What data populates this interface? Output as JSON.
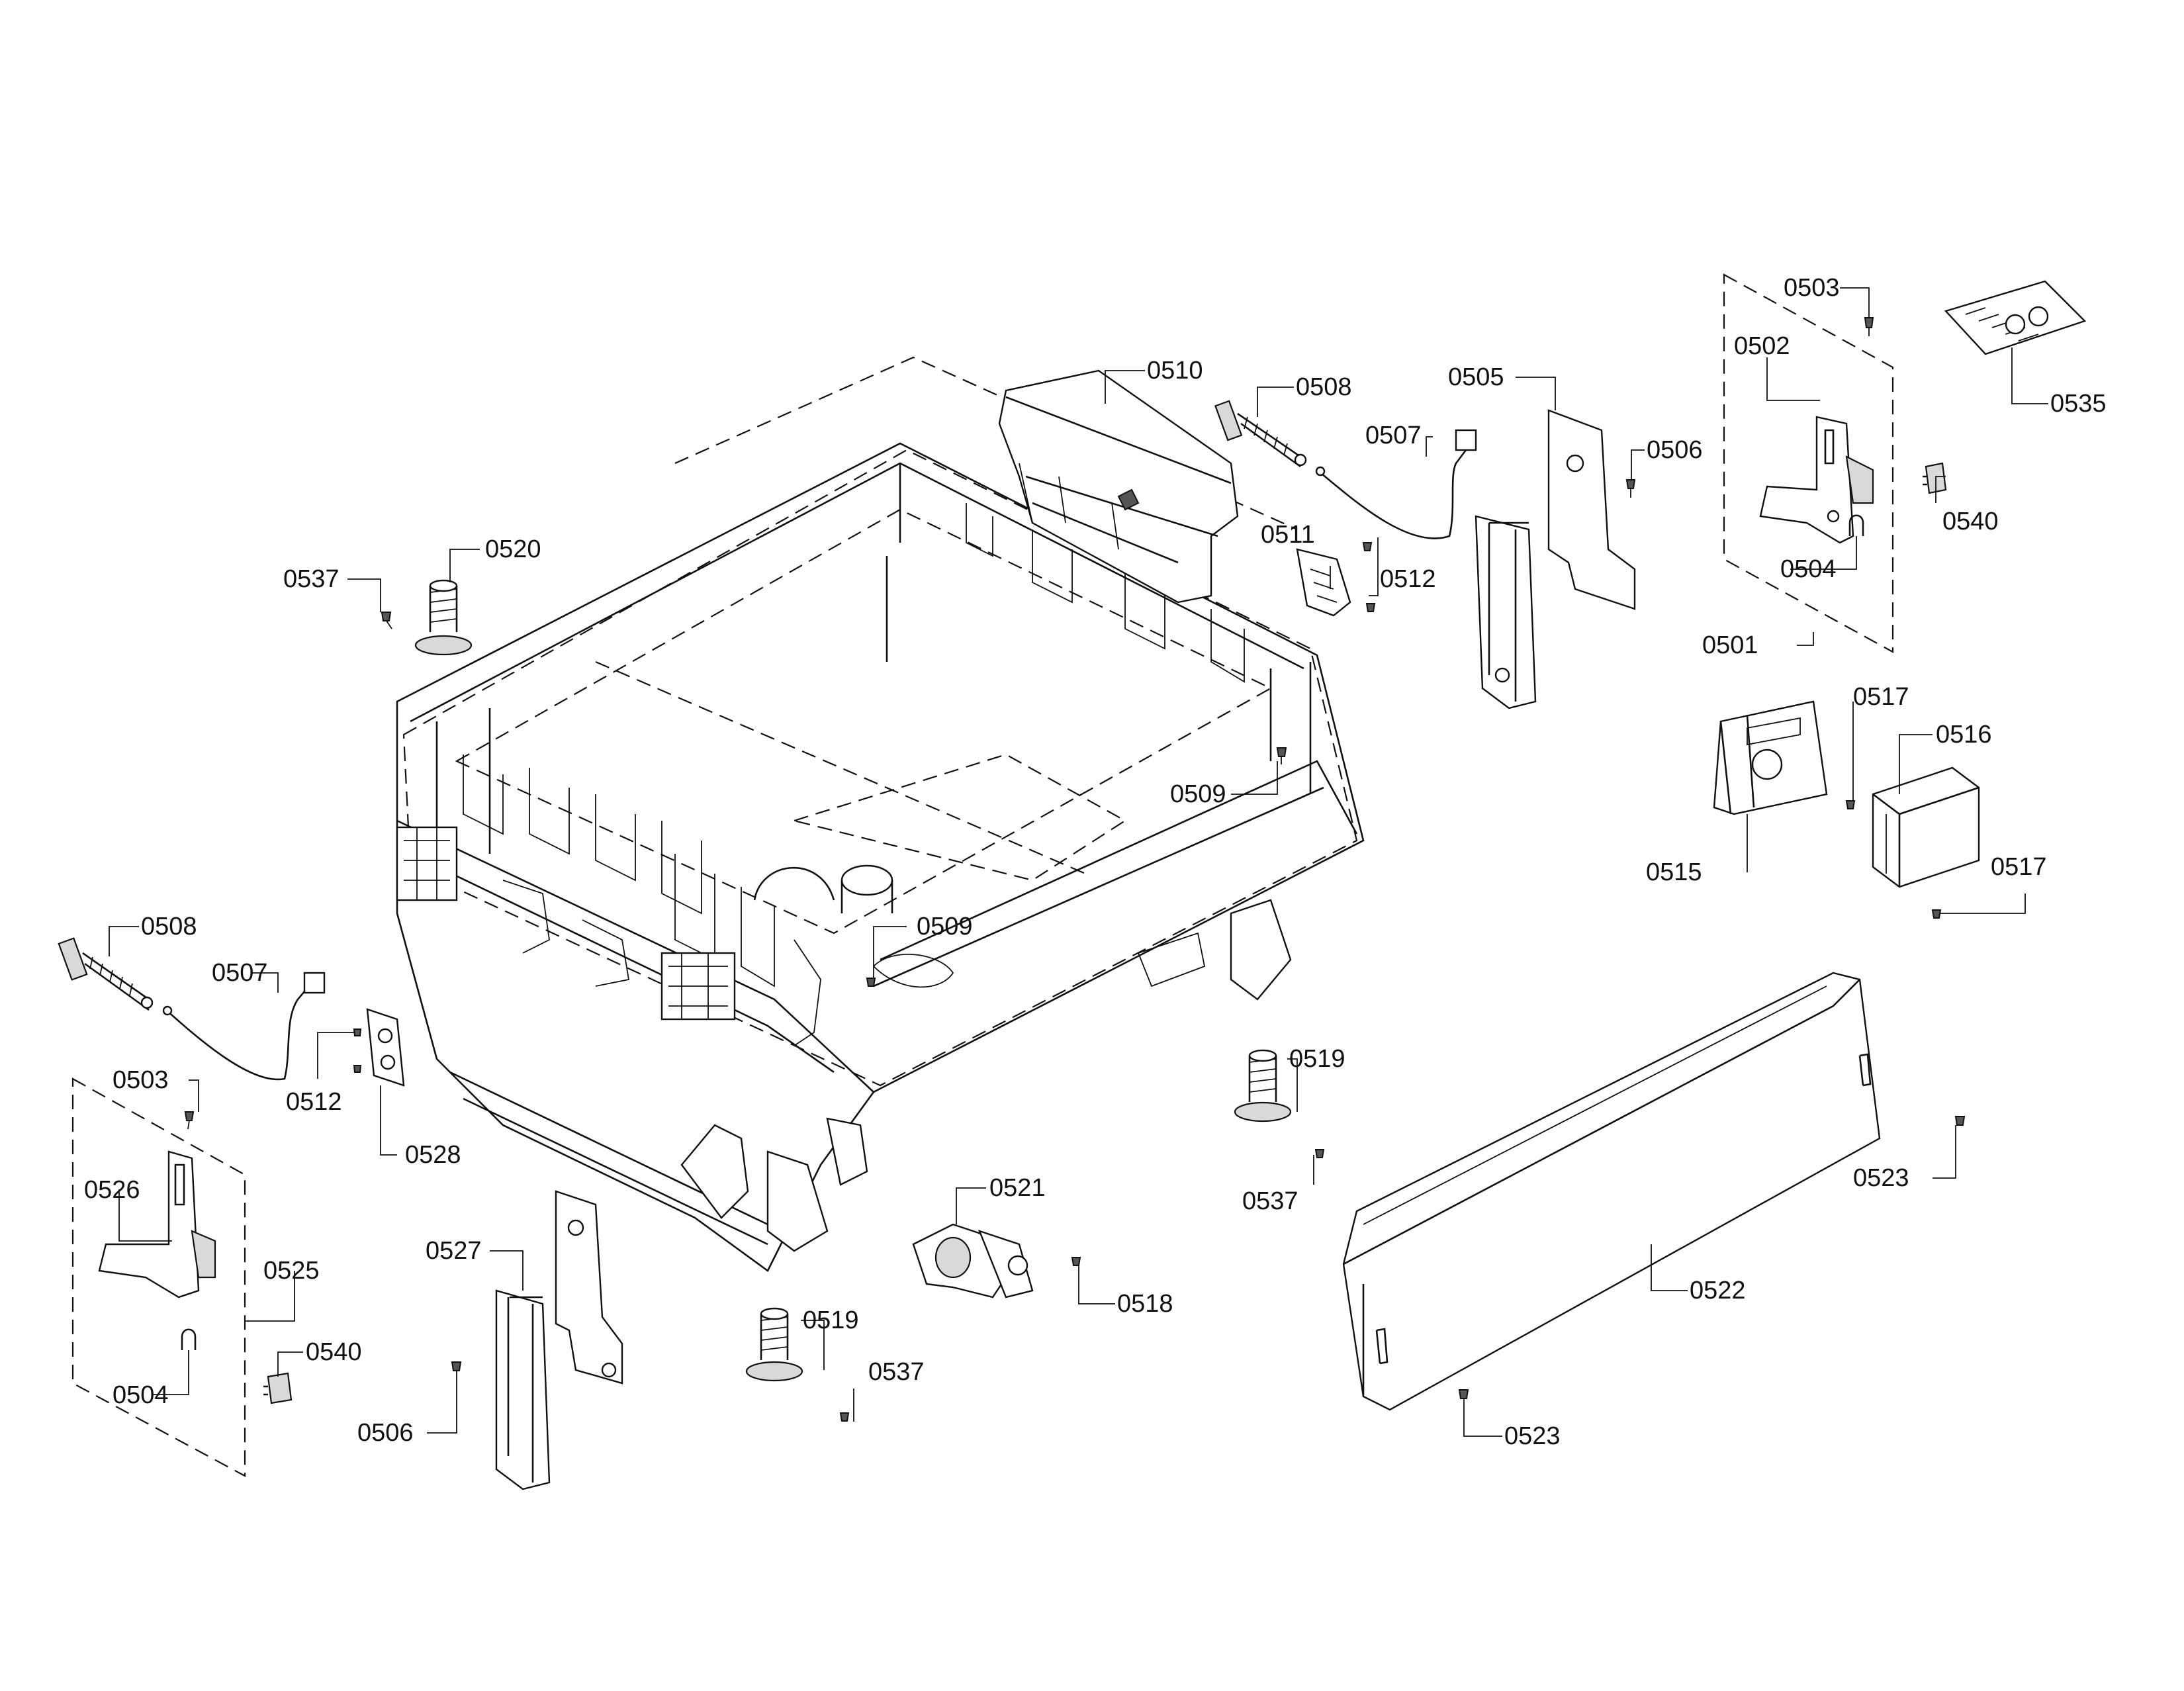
{
  "labels": {
    "l0510": "0510",
    "l0508a": "0508",
    "l0507a": "0507",
    "l0505": "0505",
    "l0506a": "0506",
    "l0503a": "0503",
    "l0502": "0502",
    "l0535": "0535",
    "l0540a": "0540",
    "l0504a": "0504",
    "l0501": "0501",
    "l0537a": "0537",
    "l0520": "0520",
    "l0511": "0511",
    "l0512a": "0512",
    "l0509a": "0509",
    "l0517a": "0517",
    "l0516": "0516",
    "l0515": "0515",
    "l0517b": "0517",
    "l0508b": "0508",
    "l0507b": "0507",
    "l0509b": "0509",
    "l0503b": "0503",
    "l0512b": "0512",
    "l0528": "0528",
    "l0526": "0526",
    "l0525": "0525",
    "l0504b": "0504",
    "l0540b": "0540",
    "l0506b": "0506",
    "l0527": "0527",
    "l0519a": "0519",
    "l0519b": "0519",
    "l0537b": "0537",
    "l0537c": "0537",
    "l0521": "0521",
    "l0518": "0518",
    "l0523a": "0523",
    "l0522": "0522",
    "l0523b": "0523"
  }
}
